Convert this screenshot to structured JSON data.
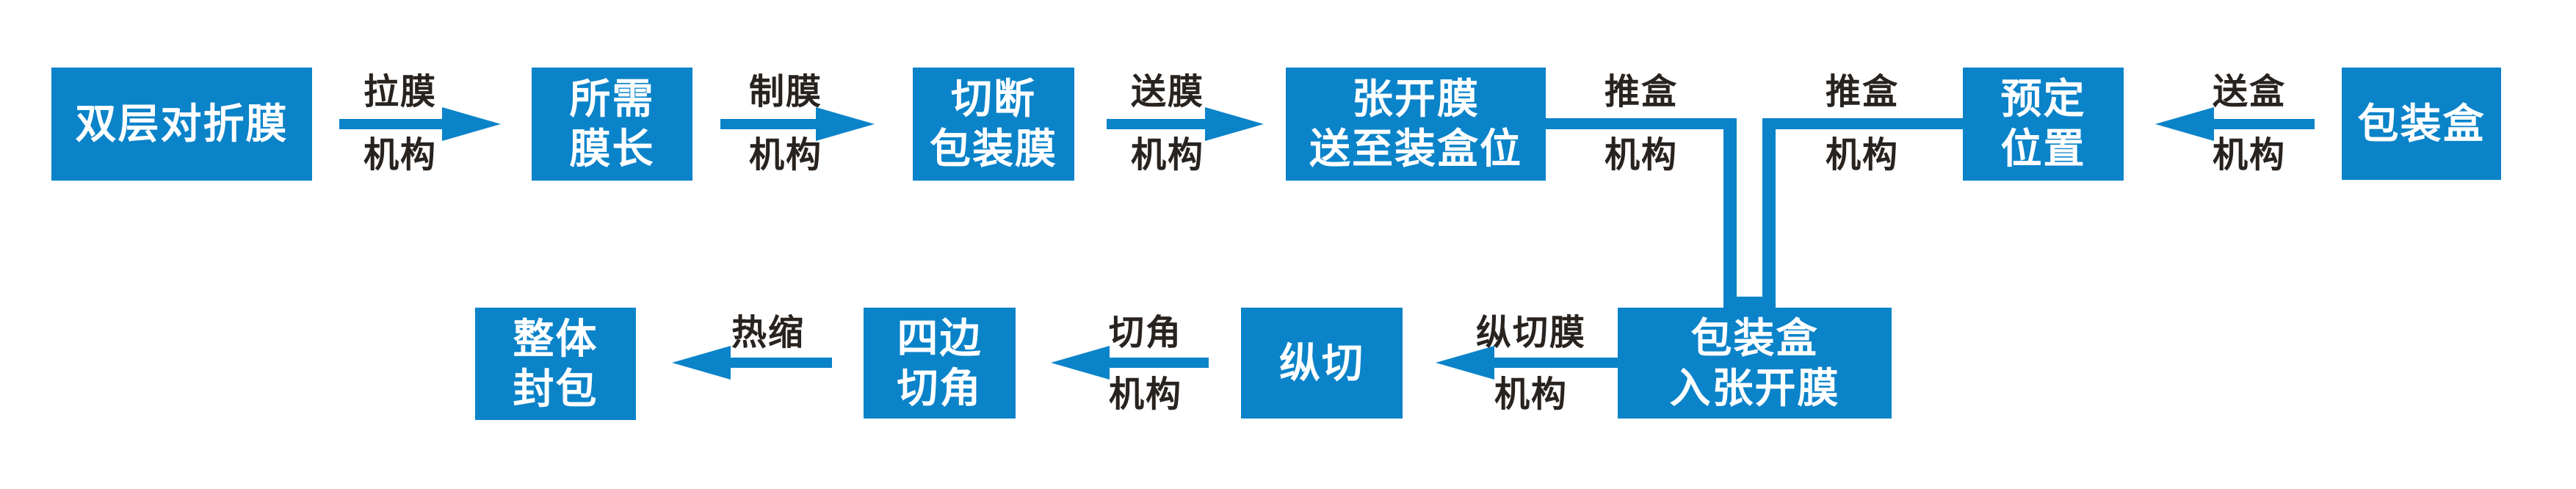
{
  "diagram": {
    "description": "Packaging film wrapping process flowchart",
    "language": "zh-CN",
    "colors": {
      "background": "#ffffff",
      "node_fill": "#0b83c9",
      "node_text": "#ffffff",
      "edge": "#0b83c9",
      "edge_label_text": "#292320"
    },
    "nodes": [
      {
        "id": "double-layer-folded-film",
        "line1": "双层对折膜",
        "line2": ""
      },
      {
        "id": "required-film-length",
        "line1": "所需",
        "line2": "膜长"
      },
      {
        "id": "cut-packaging-film",
        "line1": "切断",
        "line2": "包装膜"
      },
      {
        "id": "open-film-to-boxing-position",
        "line1": "张开膜",
        "line2": "送至装盒位"
      },
      {
        "id": "predetermined-position",
        "line1": "预定",
        "line2": "位置"
      },
      {
        "id": "packaging-box",
        "line1": "包装盒",
        "line2": ""
      },
      {
        "id": "box-enters-opened-film",
        "line1": "包装盒",
        "line2": "入张开膜"
      },
      {
        "id": "longitudinal-cut",
        "line1": "纵切",
        "line2": ""
      },
      {
        "id": "four-side-corner-cut",
        "line1": "四边",
        "line2": "切角"
      },
      {
        "id": "overall-sealing",
        "line1": "整体",
        "line2": "封包"
      }
    ],
    "edges": [
      {
        "id": "pull-film-mechanism",
        "direction": "right",
        "label_top": "拉膜",
        "label_bottom": "机构"
      },
      {
        "id": "film-making-mechanism",
        "direction": "right",
        "label_top": "制膜",
        "label_bottom": "机构"
      },
      {
        "id": "film-feeding-mechanism",
        "direction": "right",
        "label_top": "送膜",
        "label_bottom": "机构"
      },
      {
        "id": "box-feeding-mechanism",
        "direction": "left",
        "label_top": "送盒",
        "label_bottom": "机构"
      },
      {
        "id": "box-pushing-mechanism-1",
        "direction": "down",
        "label_top": "推盒",
        "label_bottom": "机构"
      },
      {
        "id": "box-pushing-mechanism-2",
        "direction": "down",
        "label_top": "推盒",
        "label_bottom": "机构"
      },
      {
        "id": "film-longitudinal-cut-mechanism",
        "direction": "left",
        "label_top": "纵切膜",
        "label_bottom": "机构"
      },
      {
        "id": "corner-cut-mechanism",
        "direction": "left",
        "label_top": "切角",
        "label_bottom": "机构"
      },
      {
        "id": "heat-shrink",
        "direction": "left",
        "label_top": "热缩",
        "label_bottom": ""
      }
    ]
  }
}
